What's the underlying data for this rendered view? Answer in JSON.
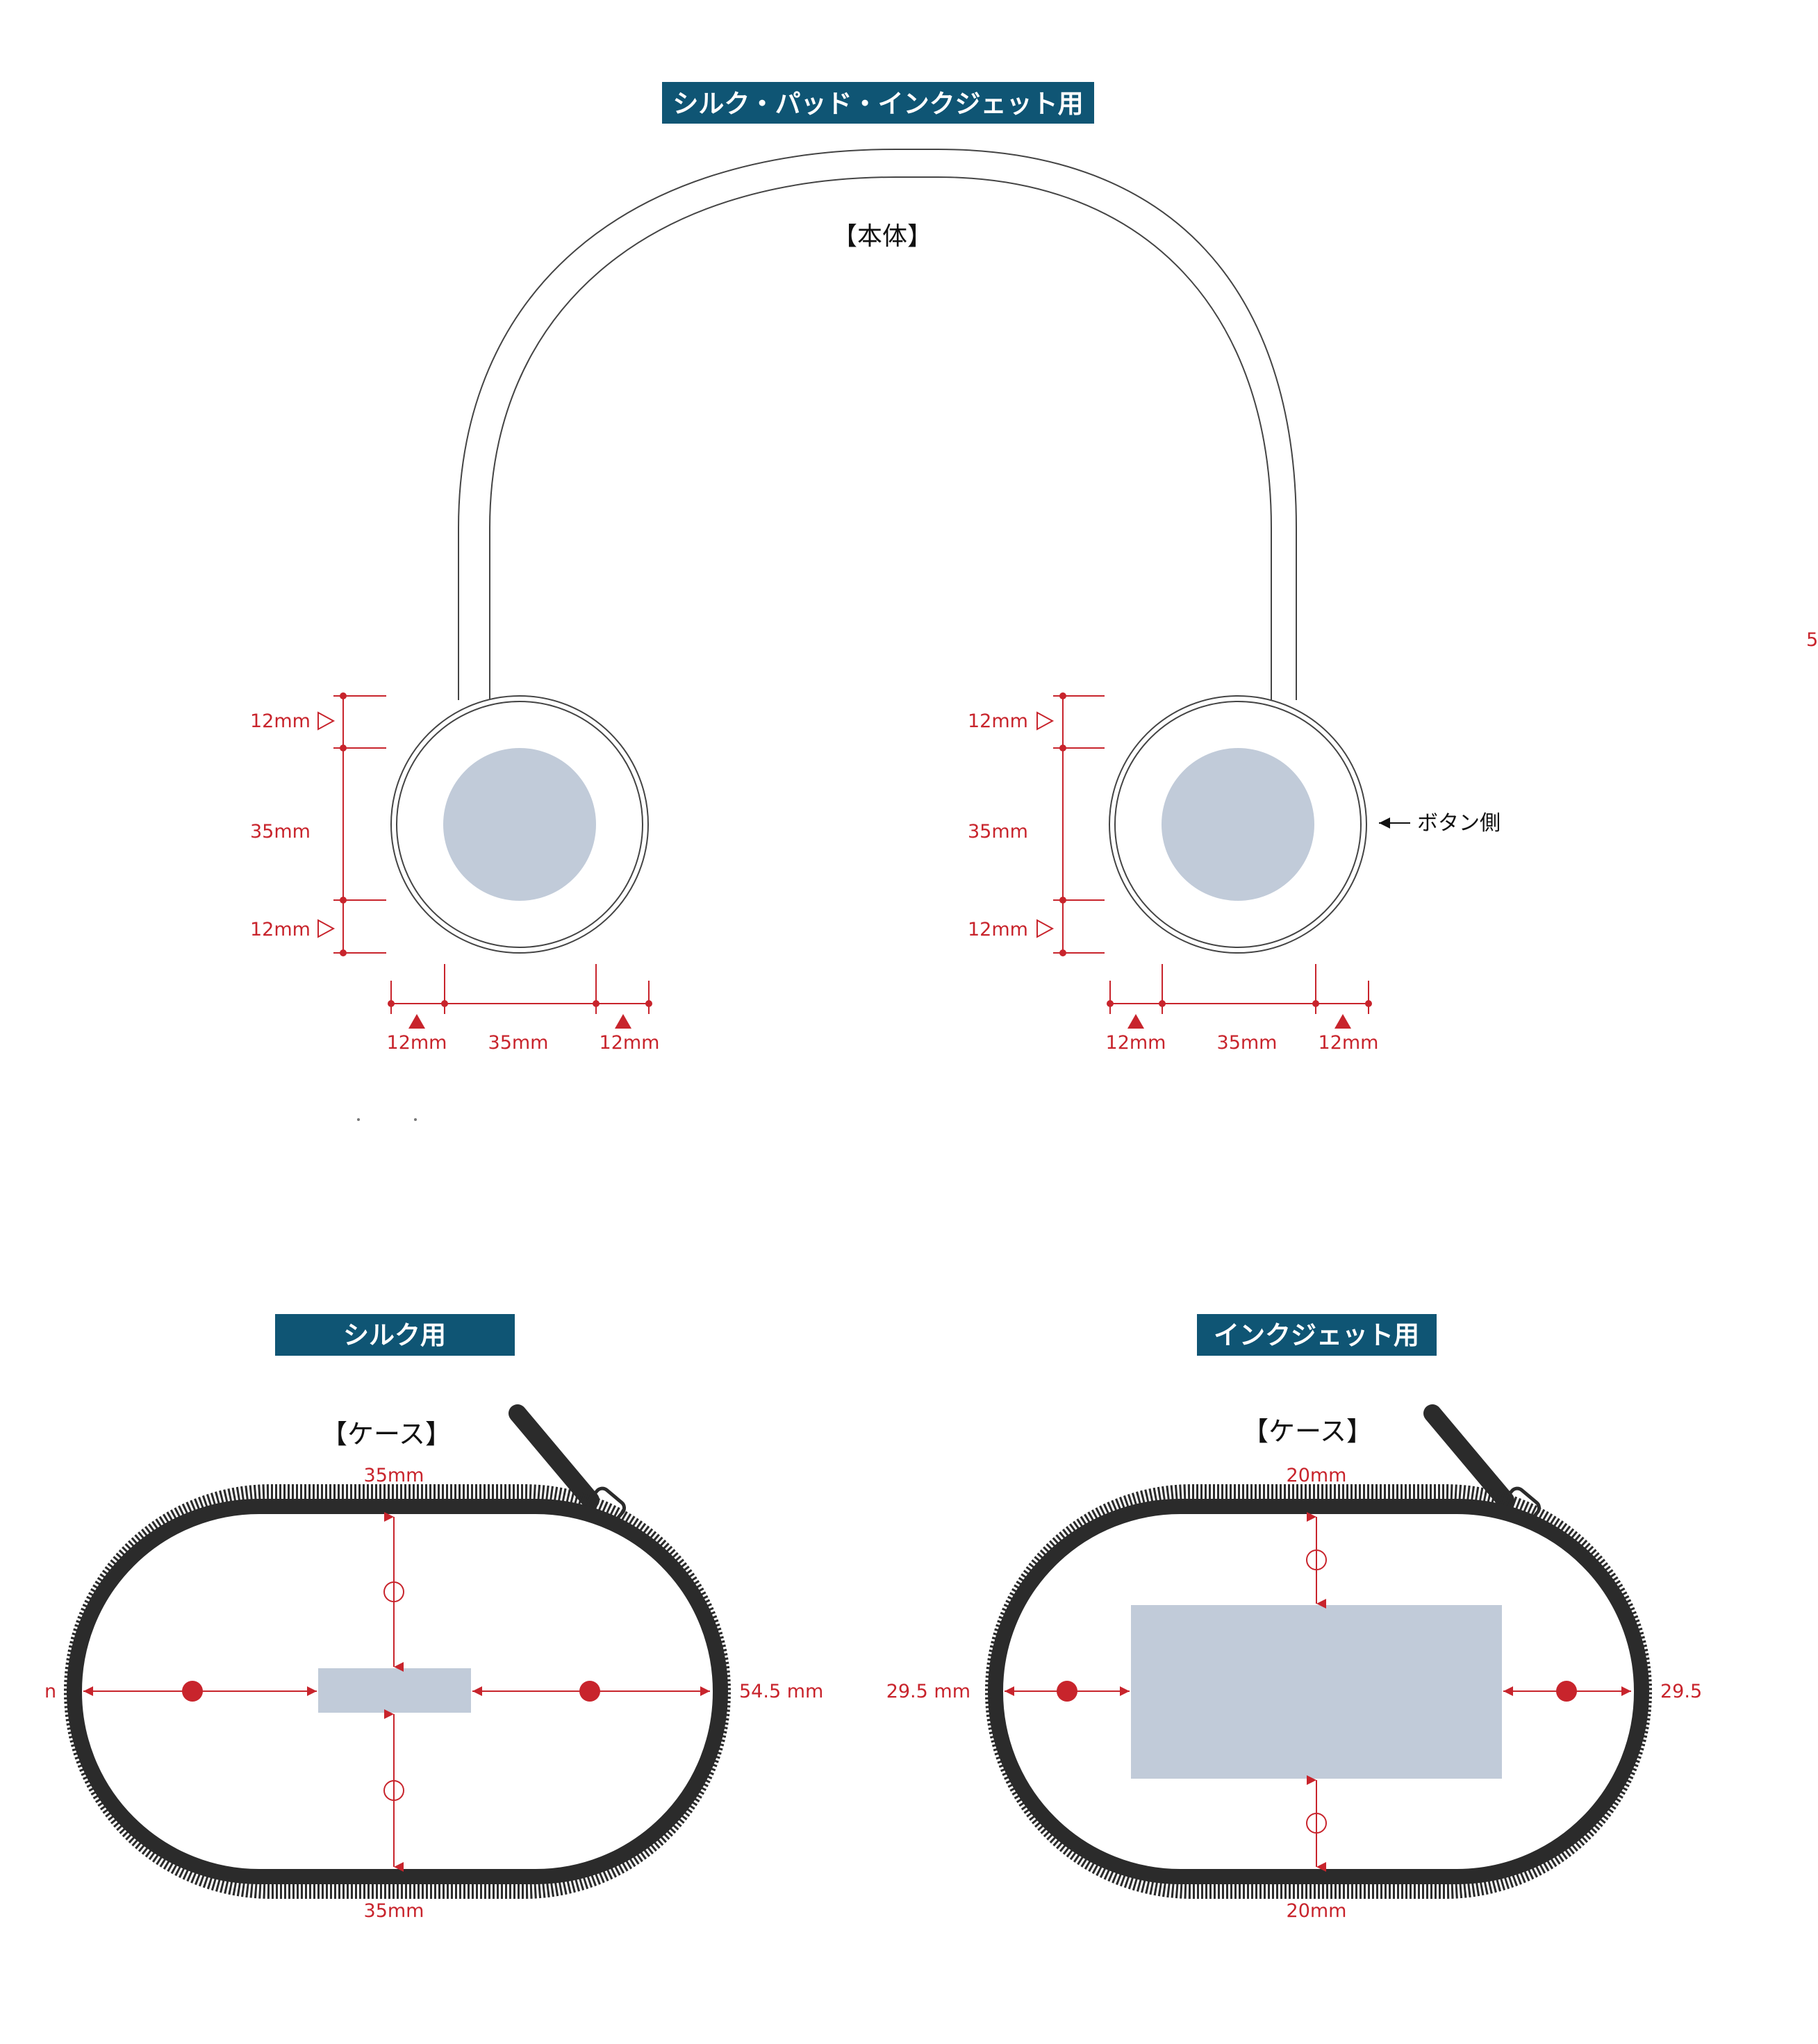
{
  "colors": {
    "banner": "#0f5574",
    "dimension": "#c8242c",
    "print_area": "#c1cbd9",
    "outline": "#333333",
    "zipper": "#2b2b2b"
  },
  "top": {
    "banner": "シルク・パッド・インクジェット用",
    "body_label": "【本体】",
    "button_side": "ボタン側",
    "left_ear": {
      "v_top": "12mm",
      "v_mid": "35mm",
      "v_bottom": "12mm",
      "h_left": "12mm",
      "h_mid": "35mm",
      "h_right": "12mm"
    },
    "right_ear": {
      "v_top": "12mm",
      "v_mid": "35mm",
      "v_bottom": "12mm",
      "h_left": "12mm",
      "h_mid": "35mm",
      "h_right": "12mm"
    }
  },
  "silk_case": {
    "banner": "シルク用",
    "label": "【ケース】",
    "top_dim": "35mm",
    "bottom_dim": "35mm",
    "left_dim": "n",
    "right_dim": "54.5 mm"
  },
  "inkjet_case": {
    "banner": "インクジェット用",
    "label": "【ケース】",
    "top_dim": "20mm",
    "bottom_dim": "20mm",
    "left_dim": "29.5 mm",
    "right_dim": "29.5"
  },
  "edge_fragment": "5"
}
